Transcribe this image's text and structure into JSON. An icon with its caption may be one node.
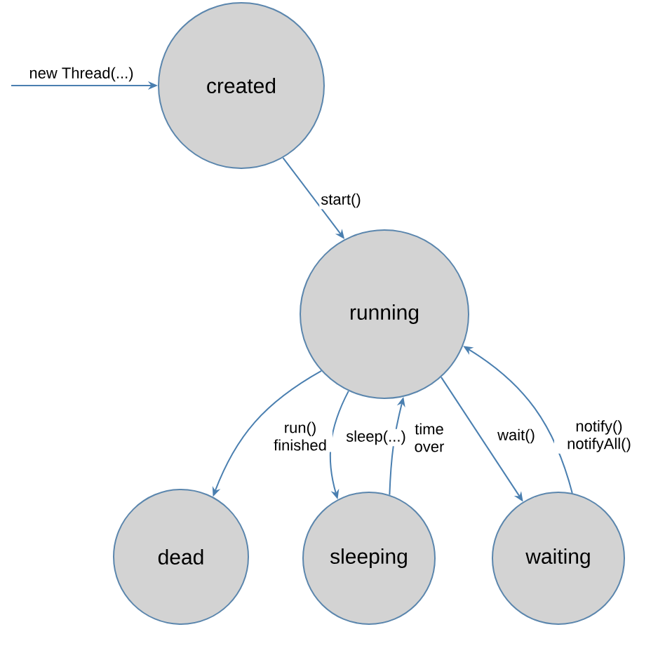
{
  "diagram": {
    "nodes": [
      {
        "text": [
          "created"
        ]
      },
      {
        "text": [
          "running"
        ]
      },
      {
        "text": [
          "dead"
        ]
      },
      {
        "text": [
          "sleeping"
        ]
      },
      {
        "text": [
          "waiting"
        ]
      }
    ],
    "edges": [
      {
        "from": null,
        "to": 0,
        "arrow": "to",
        "label": "new Thread(...)"
      },
      {
        "from": 0,
        "to": 1,
        "arrow": "to",
        "label": "start()"
      },
      {
        "from": 1,
        "to": 2,
        "arrow": "to",
        "label": "run() finished"
      },
      {
        "from": 1,
        "to": 3,
        "arrow": "to",
        "label": "sleep(...)"
      },
      {
        "from": 3,
        "to": 1,
        "arrow": "to",
        "label": "time over"
      },
      {
        "from": 1,
        "to": 4,
        "arrow": "to",
        "label": "wait()"
      },
      {
        "from": 4,
        "to": 1,
        "arrow": "to",
        "label": "notify() notifyAll()"
      }
    ]
  }
}
